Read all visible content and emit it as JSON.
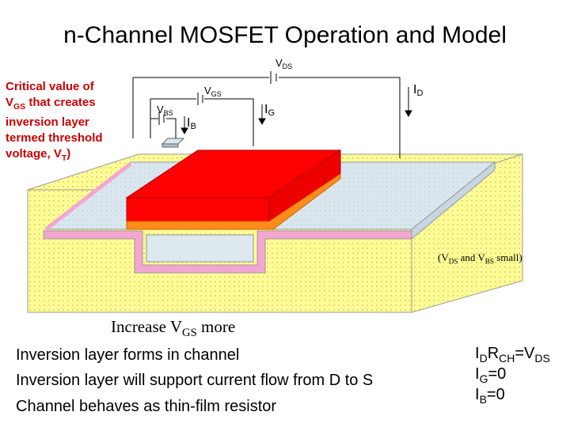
{
  "title": "n-Channel MOSFET Operation and Model",
  "side_note": {
    "line1": "Critical value of",
    "line2_pre": "V",
    "line2_sub": "GS",
    "line2_post": " that creates",
    "line3": "inversion layer",
    "line4": "termed  threshold",
    "line5_pre": "voltage, V",
    "line5_sub": "T",
    "line5_post": ")"
  },
  "diagram": {
    "vds_main": "V",
    "vds_sub": "DS",
    "vgs_main": "V",
    "vgs_sub": "GS",
    "vbs_main": "V",
    "vbs_sub": "BS",
    "ib_main": "I",
    "ib_sub": "B",
    "ig_main": "I",
    "ig_sub": "G",
    "id_main": "I",
    "id_sub": "D",
    "colors": {
      "substrate": "#ffff99",
      "oxide": "#d9e6ee",
      "gate": "#ff0000",
      "gate_bottom": "#ff8c1a",
      "inversion": "#f4a6d2"
    }
  },
  "condition": {
    "open": "(V",
    "ds_sub": "DS",
    "mid": " and V",
    "bs_sub": "BS",
    "close": "  small)"
  },
  "increase": {
    "pre": "Increase V",
    "sub": "GS",
    "post": " more"
  },
  "description": [
    "Inversion layer forms in channel",
    "Inversion layer will support current flow from D to S",
    " Channel behaves as thin-film resistor"
  ],
  "equations": {
    "eq1": {
      "i": "I",
      "d": "D",
      "r": "R",
      "ch": "CH",
      "eqv": "=V",
      "ds": "DS"
    },
    "eq2": {
      "i": "I",
      "g": "G",
      "val": "=0"
    },
    "eq3": {
      "i": "I",
      "b": "B",
      "val": "=0"
    }
  }
}
